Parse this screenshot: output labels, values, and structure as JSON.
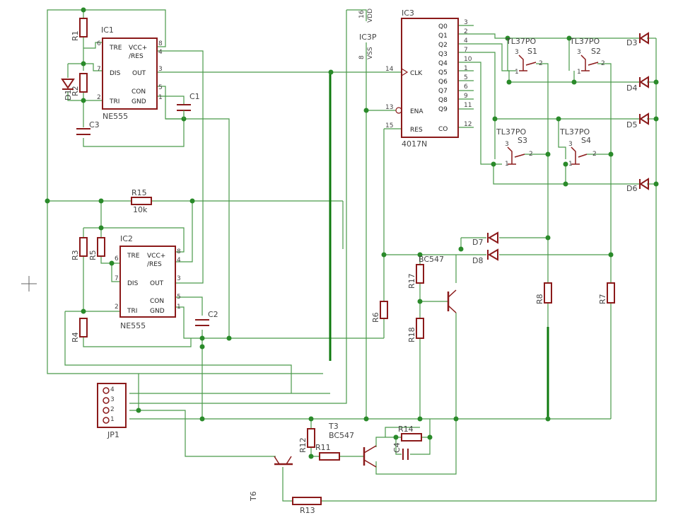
{
  "components": {
    "ic1": {
      "name": "IC1",
      "part": "NE555",
      "pins": {
        "tre": "TRE",
        "vcc": "VCC+",
        "res": "/RES",
        "dis": "DIS",
        "out": "OUT",
        "con": "CON",
        "tri": "TRI",
        "gnd": "GND"
      },
      "pin_numbers": [
        "6",
        "8",
        "4",
        "7",
        "3",
        "2",
        "5",
        "1"
      ]
    },
    "ic2": {
      "name": "IC2",
      "part": "NE555",
      "pins": {
        "tre": "TRE",
        "vcc": "VCC+",
        "res": "/RES",
        "dis": "DIS",
        "out": "OUT",
        "con": "CON",
        "tri": "TRI",
        "gnd": "GND"
      },
      "pin_numbers": [
        "6",
        "8",
        "4",
        "7",
        "3",
        "2",
        "5",
        "1"
      ]
    },
    "ic3": {
      "name": "IC3",
      "part": "4017N",
      "outputs": [
        "Q0",
        "Q1",
        "Q2",
        "Q3",
        "Q4",
        "Q5",
        "Q6",
        "Q7",
        "Q8",
        "Q9",
        "CO"
      ],
      "output_pins": [
        "3",
        "2",
        "4",
        "7",
        "10",
        "1",
        "5",
        "6",
        "9",
        "11",
        "12"
      ],
      "inputs": [
        "CLK",
        "ENA",
        "RES"
      ],
      "input_pins": [
        "14",
        "13",
        "15"
      ]
    },
    "ic3p": {
      "name": "IC3P",
      "vdd": "VDD",
      "vss": "VSS",
      "vdd_pin": "16",
      "vss_pin": "8"
    },
    "switches": [
      {
        "name": "S1",
        "part": "TL37PO"
      },
      {
        "name": "S2",
        "part": "TL37PO"
      },
      {
        "name": "S3",
        "part": "TL37PO"
      },
      {
        "name": "S4",
        "part": "TL37PO"
      }
    ],
    "switch_pins": [
      "3",
      "1",
      "2"
    ],
    "resistors": {
      "r1": "R1",
      "r2": "R2",
      "r3": "R3",
      "r4": "R4",
      "r5": "R5",
      "r6": "R6",
      "r7": "R7",
      "r8": "R8",
      "r11": "R11",
      "r12": "R12",
      "r13": "R13",
      "r14": "R14",
      "r15": "R15",
      "r17": "R17",
      "r18": "R18"
    },
    "r15_value": "10k",
    "capacitors": {
      "c1": "C1",
      "c2": "C2",
      "c3": "C3",
      "c4": "C4"
    },
    "diodes": {
      "d1": "D1",
      "d3": "D3",
      "d4": "D4",
      "d5": "D5",
      "d6": "D6",
      "d7": "D7",
      "d8": "D8"
    },
    "transistors": {
      "t1_part": "BC547",
      "t3_name": "T3",
      "t3_part": "BC547",
      "t6_name": "T6"
    },
    "connector": {
      "name": "JP1",
      "pins": [
        "4",
        "3",
        "2",
        "1"
      ]
    }
  }
}
